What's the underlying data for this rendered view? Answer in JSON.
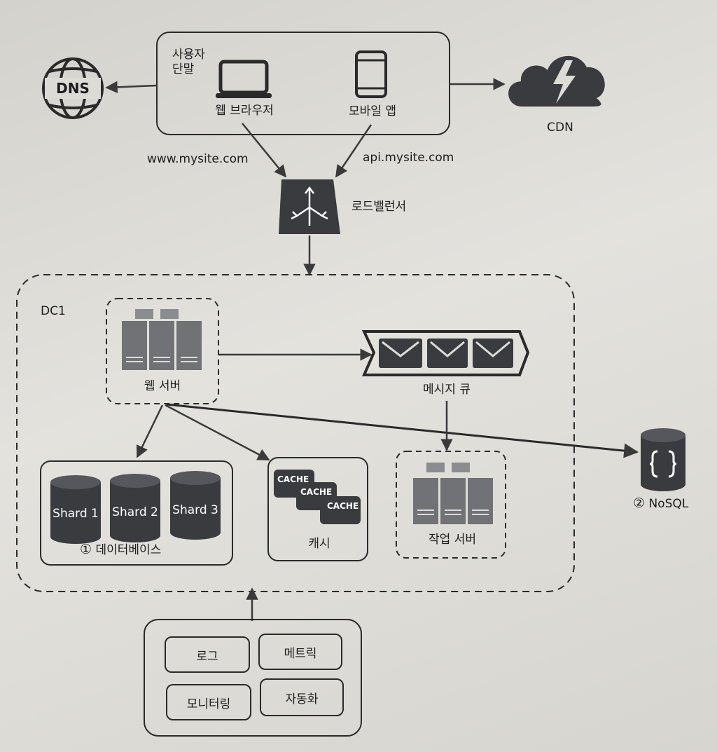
{
  "client": {
    "title_line1": "사용자",
    "title_line2": "단말",
    "web_browser": "웹 브라우저",
    "mobile_app": "모바일 앱"
  },
  "dns": {
    "label": "DNS"
  },
  "cdn": {
    "label": "CDN"
  },
  "domains": {
    "web": "www.mysite.com",
    "api": "api.mysite.com"
  },
  "load_balancer": {
    "label": "로드밸런서"
  },
  "datacenter": {
    "label": "DC1",
    "web_server": "웹 서버",
    "message_queue": "메시지 큐",
    "database": {
      "marker": "①",
      "label": "데이터베이스",
      "shards": [
        "Shard 1",
        "Shard 2",
        "Shard 3"
      ]
    },
    "cache": {
      "label": "캐시",
      "items": [
        "CACHE",
        "CACHE",
        "CACHE"
      ]
    },
    "worker": "작업 서버"
  },
  "nosql": {
    "marker": "②",
    "label": "NoSQL"
  },
  "tools": {
    "items": [
      "로그",
      "메트릭",
      "모니터링",
      "자동화"
    ]
  },
  "colors": {
    "dark_icon": "#3a3b3f",
    "server_gray": "#707276",
    "line": "#2a2a2a"
  }
}
